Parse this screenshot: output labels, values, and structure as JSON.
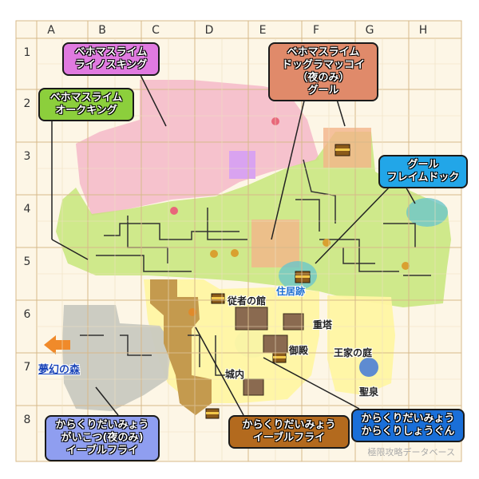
{
  "columns": [
    "A",
    "B",
    "C",
    "D",
    "E",
    "F",
    "G",
    "H"
  ],
  "rows": [
    "1",
    "2",
    "3",
    "4",
    "5",
    "6",
    "7",
    "8"
  ],
  "callouts": {
    "c_b1": "ベホマスライム\nライノスキング",
    "c_a2": "ベホマスライム\nオークキング",
    "c_e1": "ベホマスライム\nドッグラマッコイ\n（夜のみ）\nグール",
    "c_g3": "グール\nフレイムドック",
    "c_a8": "からくりだいみょう\nがいこつ(夜のみ)\nイーブルフライ",
    "c_d8": "からくりだいみょう\nイーブルフライ",
    "c_f8": "からくりだいみょう\nからくりしょうぐん"
  },
  "places": {
    "jukyo": "住居跡",
    "juusha": "従者の館",
    "juutou": "重塔",
    "goten": "御殿",
    "ouke": "王家の庭",
    "jounai": "城内",
    "seisen": "聖泉",
    "mugen": "夢幻の森"
  },
  "credit": "極限攻略データベース",
  "colors": {
    "grid": "#d7b98a",
    "pink_zone": "#f4b8c8",
    "green_zone": "#c7e67a",
    "yellow_zone": "#fff6a3",
    "gray_zone": "#c9c9c0",
    "brown_zone": "#c49a4e",
    "magenta_callout": "#e07ae0",
    "green_callout": "#8ccf3c",
    "salmon_callout": "#e08a6a",
    "cyan_callout": "#22a6e8",
    "lavender_callout": "#8f9ef0",
    "brown_callout": "#b36a1e",
    "blue_callout": "#1a6fd8",
    "exit_arrow": "#f08a2a"
  },
  "icons": [
    "treasure-chest-icon",
    "exit-arrow-icon",
    "monster-dot-icon"
  ]
}
